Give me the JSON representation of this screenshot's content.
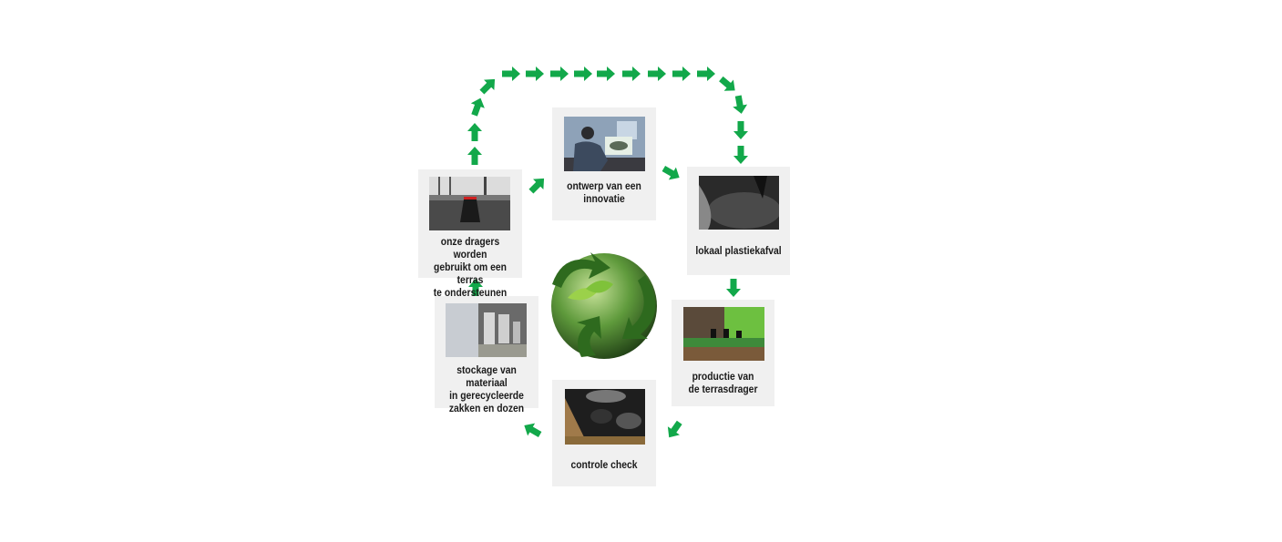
{
  "colors": {
    "arrow": "#12a84a",
    "box": "#f0f0f0"
  },
  "steps": [
    {
      "id": "design",
      "lines": [
        "ontwerp van een",
        "innovatie"
      ]
    },
    {
      "id": "waste",
      "lines": [
        "lokaal plastiekafval"
      ]
    },
    {
      "id": "production",
      "lines": [
        "productie van",
        "de terrasdrager"
      ]
    },
    {
      "id": "check",
      "lines": [
        "controle check"
      ]
    },
    {
      "id": "storage",
      "lines": [
        "stockage van materiaal",
        "in gerecycleerde",
        "zakken en dozen"
      ]
    },
    {
      "id": "use",
      "lines": [
        "onze dragers worden",
        "gebruikt om een terras",
        "te ondersteunen"
      ]
    }
  ]
}
